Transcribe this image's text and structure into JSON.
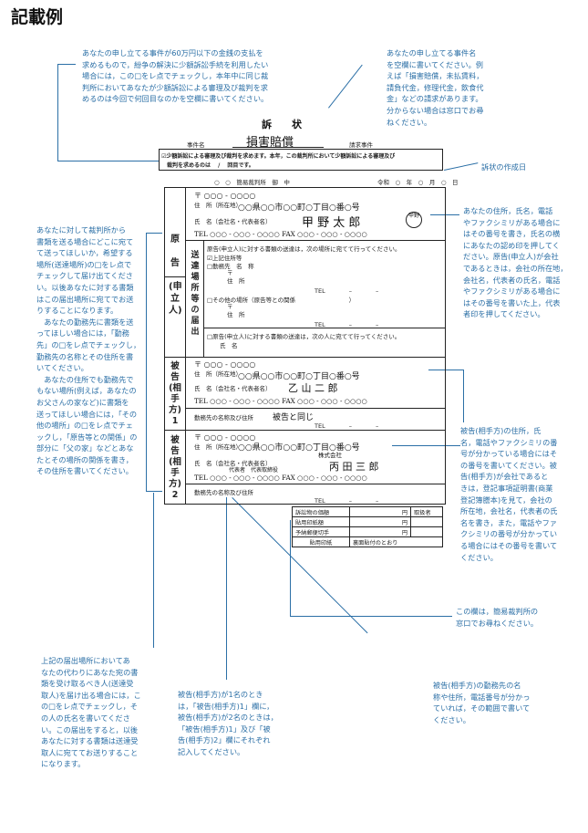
{
  "title": "記載例",
  "notes": {
    "top_left": "あなたの申し立てる事件が60万円以下の金銭の支払を\n求めるもので，紛争の解決に少額訴訟手続を利用したい\n場合には，この□をレ点でチェックし，本年中に同じ裁\n判所においてあなたが少額訴訟による審理及び裁判を求\nめるのは今回で何回目なのかを空欄に書いてください。",
    "top_right": "あなたの申し立てる事件名\nを空欄に書いてください。例\nえば「損害賠償，未払賃料，\n請負代金，修理代金，飲食代\n金」などの請求があります。\n分からない場合は窓口でお尋\nねください。",
    "date": "訴状の作成日",
    "left_1": "あなたに対して裁判所から\n書類を送る場合にどこに宛て\nて送ってほしいか，希望する\n場所(送達場所)の□をレ点で\nチェックして届け出てくださ\nい。以後あなたに対する書類\nはこの届出場所に宛てでお送\nりすることになります。\n　あなたの勤務先に書類を送\nってほしい場合には，「勤務\n先」の□をレ点でチェックし，\n勤務先の名称とその住所を書\nいてください。\n　あなたの住所でも勤務先で\nもない場所(例えば，あなたの\nお父さんの家など)に書類を\n送ってほしい場合には，「その\n他の場所」の□をレ点でチェ\nックし，「原告等との関係」の\n部分に「父の家」などとあな\nたとその場所の関係を書き，\nその住所を書いてください。",
    "right_1": "あなたの住所，氏名，電話\nやファクシミリがある場合に\nはその番号を書き，氏名の横\nにあなたの認め印を押してく\nださい。原告(申立人)が会社\nであるときは，会社の所在地，\n会社名，代表者の氏名，電話\nやファクシミリがある場合に\nはその番号を書いた上，代表\n者印を押してください。",
    "right_2": "被告(相手方)の住所，氏\n名，電話やファクシミリの番\n号が分かっている場合にはそ\nの番号を書いてください。被\n告(相手方)が会社であると\nきは，登記事項証明書(商業\n登記簿謄本)を見て，会社の\n所在地，会社名，代表者の氏\n名を書き，また，電話やファ\nクシミリの番号が分かってい\nる場合にはその番号を書いて\nください。",
    "right_3": "この欄は，簡易裁判所の\n窓口でお尋ねください。",
    "bottom_left": "上記の届出場所においてあ\nなたの代わりにあなた宛の書\n類を受け取るべき人(送達受\n取人)を届け出る場合には，こ\nの□をレ点でチェックし，そ\nの人の氏名を書いてくださ\nい。この届出をすると，以後\nあなたに対する書類は送達受\n取人に宛ててお送りすること\nになります。",
    "bottom_mid": "被告(相手方)が1名のとき\nは，「被告(相手方)1」欄に，\n被告(相手方)が2名のときは，\n「被告(相手方)1」及び「被\n告(相手方)2」欄にそれぞれ\n記入してください。",
    "bottom_right": "被告(相手方)の勤務先の名\n称や住所，電話番号が分かっ\nていれば，その範囲で書いて\nください。"
  },
  "form": {
    "heading": "訴　　状",
    "case_label": "事件名",
    "case_value": "損害賠償",
    "request_label": "請求事件",
    "small_claims_line1": "☑少額訴訟による審理及び裁判を求めます。本年，この裁判所において少額訴訟による審理及び",
    "small_claims_line2": "裁判を求めるのは　 / 　回目です。",
    "court_line": "○　○　簡易裁判所　御　中",
    "date_line": "令和　○　年　○　月　○　日",
    "plaintiff_label": "原\n\n告\n\n(申\n立\n人)",
    "plaintiff_postal": "〒 ○○○ - ○○○○",
    "plaintiff_addr_label": "住　所（所在地）",
    "plaintiff_addr": "○○県○○市○○町○丁目○番○号",
    "plaintiff_name_label": "氏　名（会社名・代表者名）",
    "plaintiff_name": "甲 野 太 郎",
    "plaintiff_seal": "甲野",
    "plaintiff_tel": "TEL ○○○ - ○○○ - ○○○○  FAX ○○○ - ○○○ - ○○○○",
    "delivery_label": "送\n達\n場\n所\n等\nの\n届\n出",
    "delivery_intro": "原告(申立人)に対する書類の送達は，次の場所に宛てて行ってください。",
    "delivery_opt1": "☑上記住所等",
    "delivery_opt2": "□勤務先　名　称",
    "delivery_opt2_addr": "〒\n住　所",
    "delivery_tel": "TEL　　　　–　　　　–",
    "delivery_opt3": "□その他の場所（原告等との関係　　　　　　　　　）",
    "delivery_opt3_addr": "〒\n住　所",
    "delivery_tel2": "TEL　　　　–　　　　–",
    "recipient_line": "□原告(申立人)に対する書類の送達は，次の人に宛てて行ってください。",
    "recipient_name": "氏　名",
    "defendant1_label": "被\n告\n(相\n手\n方)\n1",
    "defendant1_postal": "〒 ○○○ - ○○○○",
    "defendant1_addr_label": "住　所（所在地）",
    "defendant1_addr": "○○県○○市○○町○丁目○番○号",
    "defendant1_name_label": "氏　名（会社名・代表者名）",
    "defendant1_name": "乙 山 二 郎",
    "defendant1_tel": "TEL ○○○ - ○○○ - ○○○○  FAX ○○○ - ○○○ - ○○○○",
    "defendant1_work_label": "勤務先の名称及び住所",
    "defendant1_work": "被告と同じ",
    "defendant1_work_tel": "TEL　　　　–　　　　–",
    "defendant2_label": "被\n告\n(相\n手\n方)\n2",
    "defendant2_postal": "〒 ○○○ - ○○○○",
    "defendant2_addr_label": "住　所（所在地）",
    "defendant2_addr": "○○県○○市○○町○丁目○番○号",
    "defendant2_name_label": "氏　名（会社名・代表者名）",
    "defendant2_company": "株式会社",
    "defendant2_rep": "代表者　代表取締役",
    "defendant2_name": "丙 田 三 郎",
    "defendant2_tel": "TEL ○○○ - ○○○ - ○○○○  FAX ○○○ - ○○○ - ○○○○",
    "defendant2_work_label": "勤務先の名称及び住所",
    "defendant2_work_tel": "TEL　　　　–　　　　–",
    "fee_rows": [
      {
        "label": "訴訟物の価額",
        "unit": "円",
        "extra": "取扱者"
      },
      {
        "label": "貼用印紙額",
        "unit": "円",
        "extra": ""
      },
      {
        "label": "予納郵便切手",
        "unit": "円",
        "extra": ""
      }
    ],
    "fee_footer_left": "貼用印紙",
    "fee_footer_right": "裏面貼付のとおり"
  },
  "colors": {
    "annotation": "#2b6fa6",
    "form": "#222222"
  }
}
